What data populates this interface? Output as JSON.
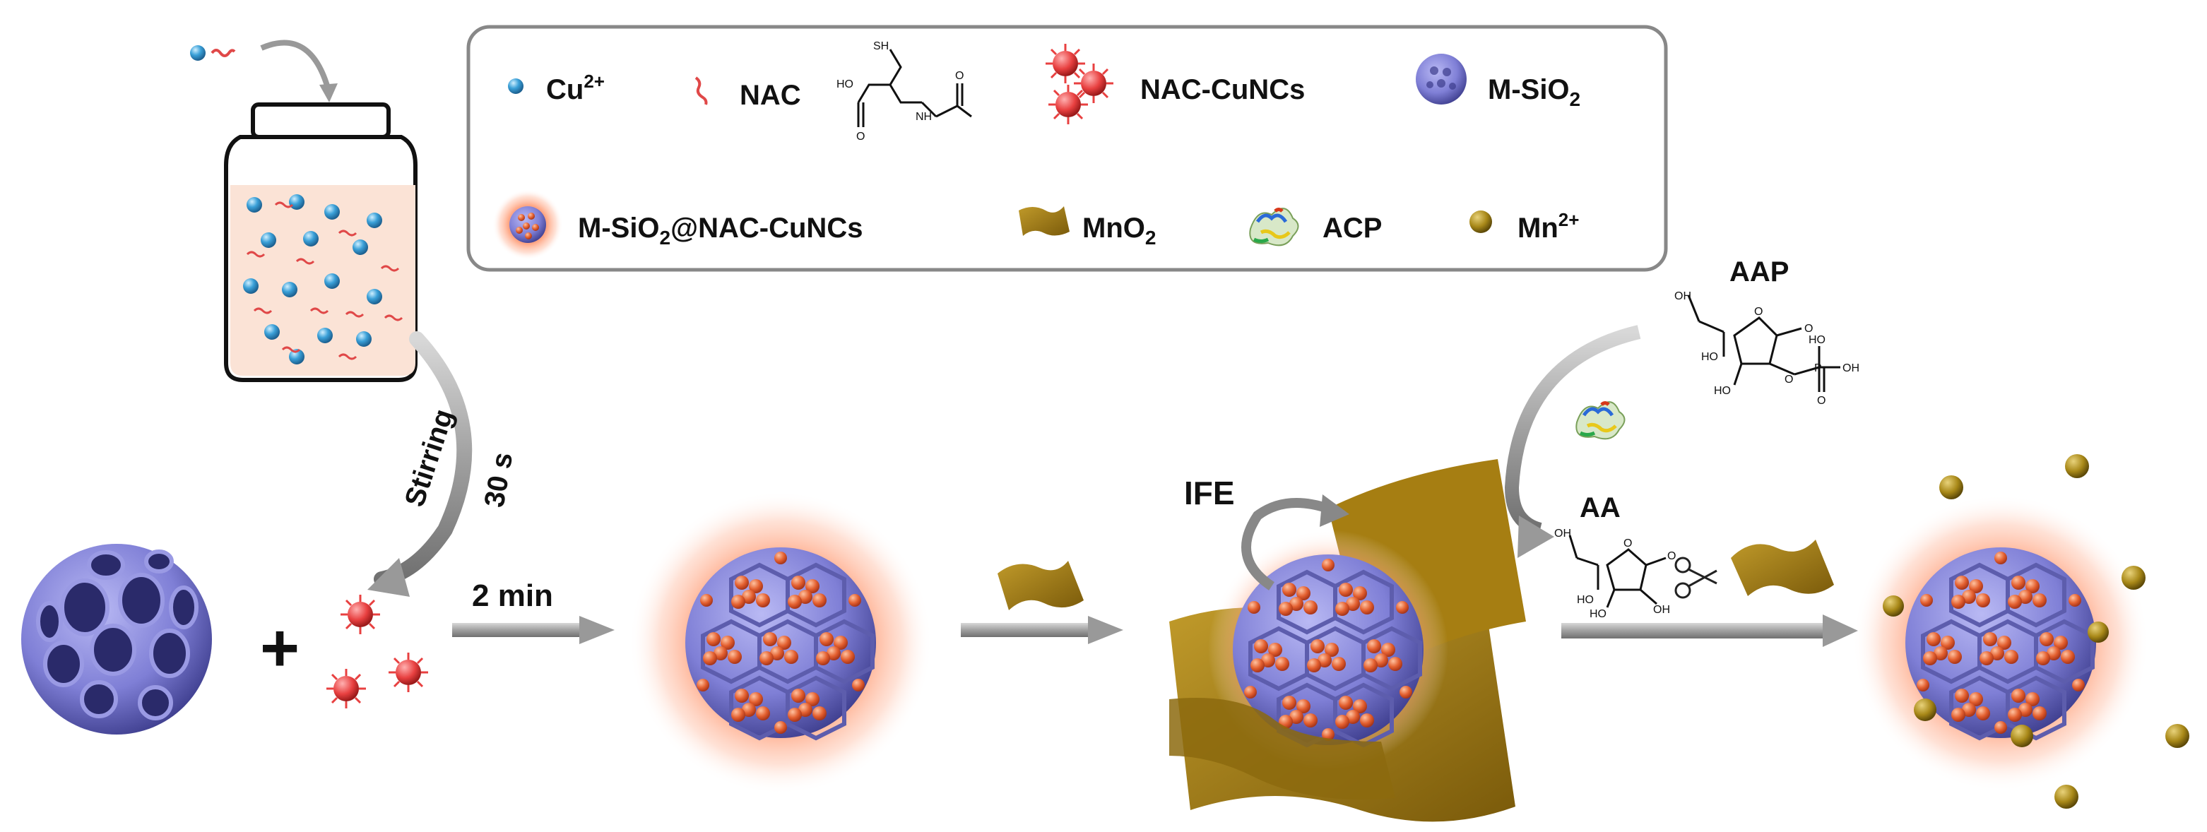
{
  "legend": {
    "cu": {
      "label": "Cu",
      "sup": "2+"
    },
    "nac": {
      "label": "NAC",
      "struct": {
        "sh": "SH",
        "ho": "HO",
        "o": "O",
        "nh": "NH",
        "o2": "O"
      }
    },
    "cuncs": {
      "label": "NAC-CuNCs"
    },
    "msio2": {
      "label": "M-SiO",
      "sub": "2"
    },
    "composite": {
      "label_a": "M-SiO",
      "sub": "2",
      "label_b": "@NAC-CuNCs"
    },
    "mno2": {
      "label": "MnO",
      "sub": "2"
    },
    "acp": {
      "label": "ACP"
    },
    "mn": {
      "label": "Mn",
      "sup": "2+"
    }
  },
  "steps": {
    "stirring": "Stirring",
    "stir_time": "30 s",
    "plus": "+",
    "mix_time": "2 min",
    "ife": "IFE",
    "aap": "AAP",
    "aa": "AA"
  },
  "chem": {
    "aap": {
      "oh1": "OH",
      "oh2": "HO",
      "oh3": "HO",
      "o_ring": "O",
      "o_keto": "O",
      "ho_p1": "HO",
      "p": "P",
      "oh_p": "OH",
      "o_p": "O",
      "o_link": "O"
    },
    "aa": {
      "oh1": "OH",
      "oh2": "HO",
      "oh3": "HO",
      "oh4": "OH",
      "o_ring": "O",
      "o_keto": "O"
    }
  },
  "colors": {
    "silica": "#8585dc",
    "silica_dark": "#4c4ca0",
    "cu_ion": "#3aa0d8",
    "cluster": "#e46a3c",
    "glow": "#ff8a5c",
    "mno2": "#9a7413",
    "mn_ion": "#a88818",
    "arrow": "#a8a8a8",
    "nac_strand": "#e04848",
    "jar_liquid": "#fbe3d6",
    "legend_border": "#888888"
  }
}
